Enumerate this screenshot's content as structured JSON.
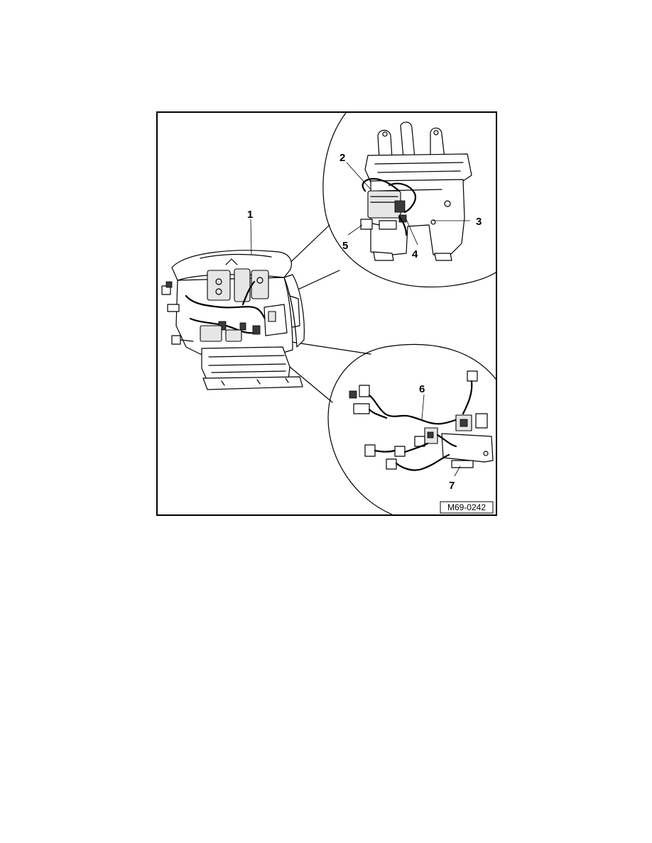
{
  "figure": {
    "callouts": [
      {
        "id": "1",
        "label": "1"
      },
      {
        "id": "2",
        "label": "2"
      },
      {
        "id": "3",
        "label": "3"
      },
      {
        "id": "4",
        "label": "4"
      },
      {
        "id": "5",
        "label": "5"
      },
      {
        "id": "6",
        "label": "6"
      },
      {
        "id": "7",
        "label": "7"
      }
    ],
    "reference_code": "M69-0242"
  }
}
